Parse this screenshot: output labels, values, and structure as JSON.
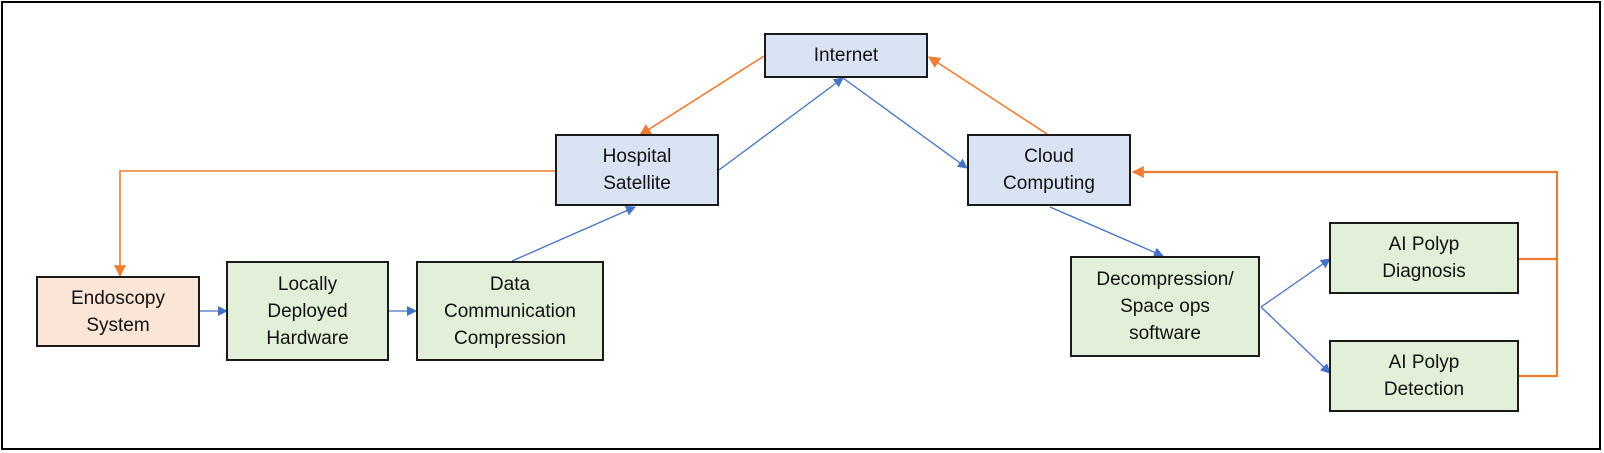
{
  "colors": {
    "blue_node": "#dae3f3",
    "green_node": "#e2f0d9",
    "peach_node": "#fbe5d6",
    "blue_arrow": "#4472c4",
    "orange_arrow": "#ed7d31"
  },
  "nodes": {
    "internet": "Internet",
    "hospital_satellite": "Hospital\nSatellite",
    "cloud_computing": "Cloud\nComputing",
    "endoscopy_system": "Endoscopy\nSystem",
    "locally_deployed_hardware": "Locally\nDeployed\nHardware",
    "data_communication_compression": "Data\nCommunication\nCompression",
    "decompression_software": "Decompression/\nSpace ops\nsoftware",
    "ai_polyp_diagnosis": "AI Polyp\nDiagnosis",
    "ai_polyp_detection": "AI Polyp\nDetection"
  }
}
